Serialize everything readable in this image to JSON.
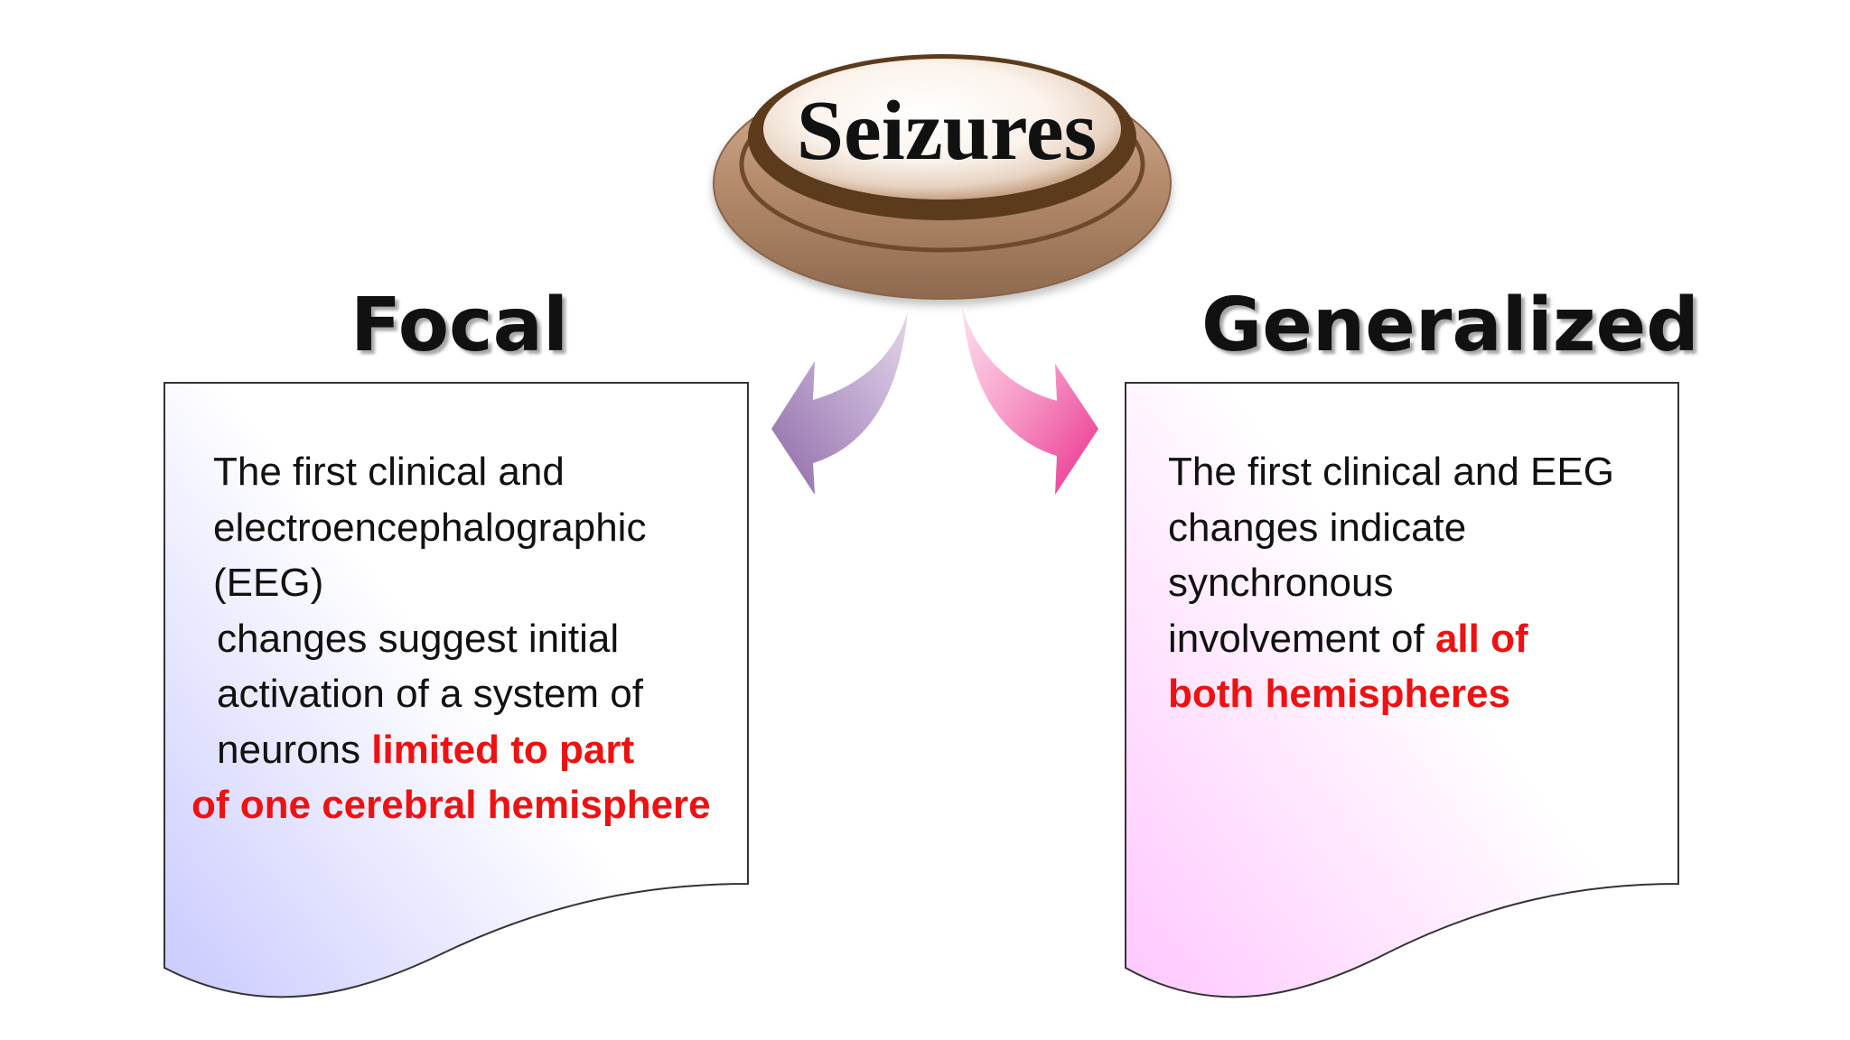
{
  "title": "Seizures",
  "left": {
    "heading": "Focal",
    "lines": [
      "The first clinical and",
      "electroencephalographic",
      "(EEG)",
      "changes suggest initial",
      "activation of a system of"
    ],
    "line6_plain": "neurons ",
    "line6_highlight": "limited to part",
    "line7_highlight": "of one cerebral hemisphere"
  },
  "right": {
    "heading": "Generalized",
    "lines": [
      "The first clinical and EEG",
      "changes indicate",
      "synchronous"
    ],
    "line4_plain": "involvement of ",
    "line4_highlight": "all of",
    "line5_highlight": "both  hemispheres"
  },
  "colors": {
    "highlight": "#ee1111",
    "left_gradient": "#c9c9ff",
    "right_gradient": "#ffccff",
    "left_arrow": "#9a73ae",
    "right_arrow": "#ec3f98",
    "disc_outer": "#b98e70",
    "disc_ring": "#6e4a2e"
  }
}
